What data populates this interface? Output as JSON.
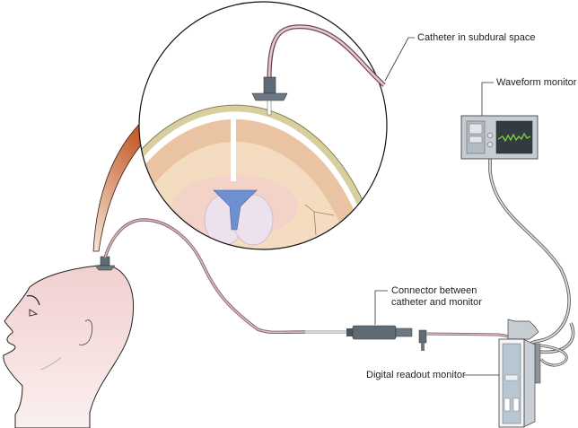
{
  "labels": {
    "catheter": "Catheter in subdural space",
    "waveform": "Waveform monitor",
    "connector_line1": "Connector between",
    "connector_line2": "catheter and monitor",
    "readout": "Digital readout monitor"
  },
  "colors": {
    "arrow": "#a8321f",
    "skin": "#f3d3d3",
    "brain": "#f0d2b0",
    "ventricle": "#6e8fd0",
    "skull": "#d8cfa0",
    "tube": "#c9a3a8",
    "device": "#5f6b75",
    "waveform": "#7fd23a"
  }
}
